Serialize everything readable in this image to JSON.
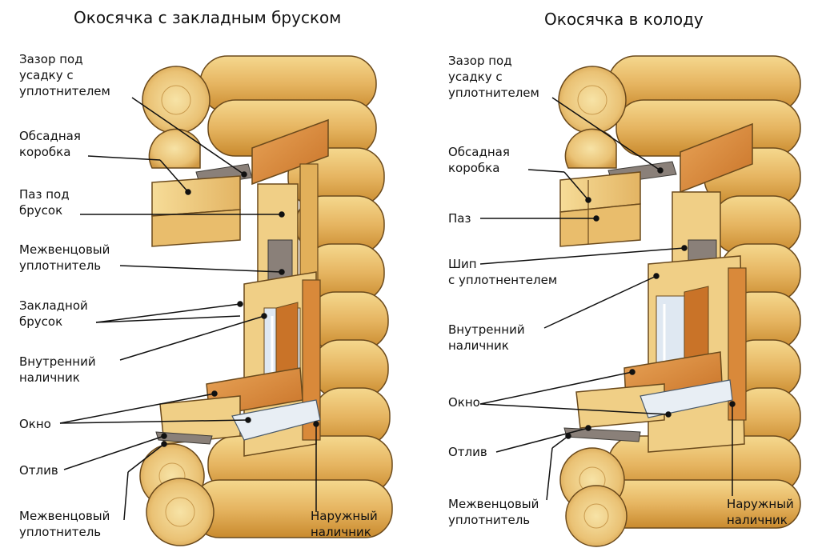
{
  "titles": {
    "left": "Окосячка с закладным бруском",
    "right": "Окосячка в колоду"
  },
  "left_labels": {
    "gap": [
      "Зазор под",
      "усадку с",
      "уплотнителем"
    ],
    "casing_box": [
      "Обсадная",
      "коробка"
    ],
    "groove": [
      "Паз под",
      "брусок"
    ],
    "crown_sealant": [
      "Межвенцовый",
      "уплотнитель"
    ],
    "embedded_bar": [
      "Закладной",
      "брусок"
    ],
    "inner_trim": [
      "Внутренний",
      "наличник"
    ],
    "window": [
      "Окно"
    ],
    "sill": [
      "Отлив"
    ],
    "crown_sealant_bottom": [
      "Межвенцовый",
      "уплотнитель"
    ],
    "outer_trim": [
      "Наружный",
      "наличник"
    ]
  },
  "right_labels": {
    "gap": [
      "Зазор под",
      "усадку с",
      "уплотнителем"
    ],
    "casing_box": [
      "Обсадная",
      "коробка"
    ],
    "groove": [
      "Паз"
    ],
    "tenon": [
      "Шип",
      "с уплотнентелем"
    ],
    "inner_trim": [
      "Внутренний",
      "наличник"
    ],
    "window": [
      "Окно"
    ],
    "sill": [
      "Отлив"
    ],
    "crown_sealant_bottom": [
      "Межвенцовый",
      "уплотнитель"
    ],
    "outer_trim": [
      "Наружный",
      "наличник"
    ]
  },
  "colors": {
    "wood_light": "#f3d58a",
    "wood_mid": "#e2b05a",
    "wood_dark": "#c98a2e",
    "frame_orange": "#d9893a",
    "sealant_gray": "#8a8079",
    "glass": "#dfe8f2",
    "outline": "#6b4a1c"
  }
}
